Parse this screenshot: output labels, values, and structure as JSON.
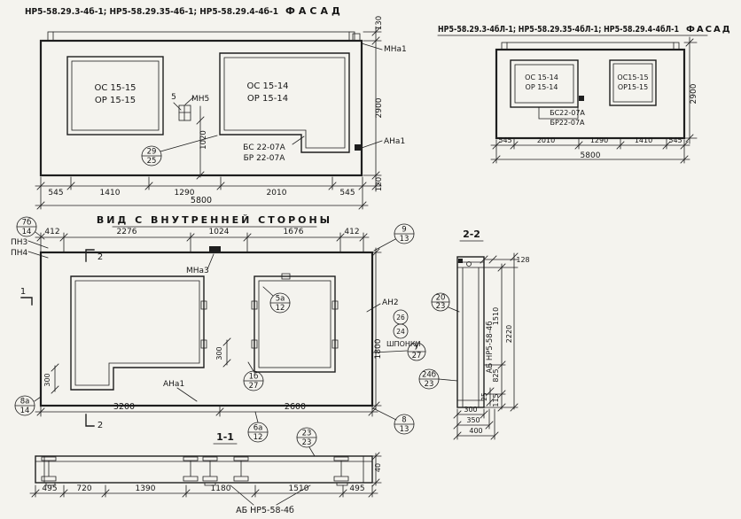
{
  "doc": {
    "paper": "#f4f3ee",
    "ink": "#1e1e1e"
  },
  "facade_left": {
    "title": "НР5-58.29.3-4б-1; НР5-58.29.35-4б-1; НР5-58.29.4-4б-1",
    "title_word": "ФАСАД",
    "window_left_line1": "ОС 15-15",
    "window_left_line2": "ОР 15-15",
    "window_right_line1": "ОС 15-14",
    "window_right_line2": "ОР 15-14",
    "lintel_line1": "БС 22-07А",
    "lintel_line2": "БР 22-07А",
    "mark_mn5": "МН5",
    "mark_5": "5",
    "mark_mna1": "МНа1",
    "mark_ana1": "АНа1",
    "dim_130": "130",
    "dim_2900": "2900",
    "dim_120": "120",
    "dim_1020": "1020",
    "dims_bottom": [
      "545",
      "1410",
      "1290",
      "2010",
      "545"
    ],
    "dim_total": "5800",
    "callout_29_25": [
      "29",
      "25"
    ]
  },
  "facade_right": {
    "title": "НР5-58.29.3-4бЛ-1; НР5-58.29.35-4бЛ-1; НР5-58.29.4-4бЛ-1",
    "title_word": "ФАСАД",
    "window_left_line1": "ОС 15-14",
    "window_left_line2": "ОР 15-14",
    "window_right_line1": "ОС15-15",
    "window_right_line2": "ОР15-15",
    "lintel_line1": "БС22-07А",
    "lintel_line2": "БР22-07А",
    "dim_2900": "2900",
    "dims_bottom": [
      "545",
      "2010",
      "1290",
      "1410",
      "545"
    ],
    "dim_total": "5800"
  },
  "inner_view": {
    "title": "ВИД С ВНУТРЕННЕЙ СТОРОНЫ",
    "dims_top": [
      "412",
      "2276",
      "1024",
      "1676",
      "412"
    ],
    "dims_bottom": [
      "3200",
      "2600"
    ],
    "dim_1800": "1800",
    "dim_300_left": "300",
    "dim_300_mid": "300",
    "mark_pn3": "ПН3",
    "mark_pn4": "ПН4",
    "mark_mna3": "МНа3",
    "mark_an2": "АН2",
    "mark_ana1": "АНа1",
    "mark_shponki": "ШПОНКИ",
    "section_mark_2": "2",
    "section_mark_1": "1",
    "callout_7b_14": [
      "7б",
      "14"
    ],
    "callout_9_13": [
      "9",
      "13"
    ],
    "callout_5a_12": [
      "5а",
      "12"
    ],
    "callout_26": [
      "26"
    ],
    "callout_24": [
      "24"
    ],
    "callout_u_27": [
      "У",
      "27"
    ],
    "callout_1b_27": [
      "1б",
      "27"
    ],
    "callout_8a_14": [
      "8а",
      "14"
    ],
    "callout_8_13": [
      "8",
      "13"
    ],
    "callout_6a_12": [
      "6а",
      "12"
    ]
  },
  "section_2": {
    "title": "2-2",
    "beam_label": "АБ НР5-58-4б",
    "dim_128": "128",
    "dim_1510": "1510",
    "dim_2220": "2220",
    "dim_825": "825",
    "dim_25": "25",
    "dim_115": "115",
    "dims_bottom": [
      "300",
      "350",
      "400"
    ],
    "callout_20_23": [
      "20",
      "23"
    ],
    "callout_24b_23": [
      "24б",
      "23"
    ]
  },
  "section_1": {
    "title": "1-1",
    "beam_label": "АБ НР5-58-4б",
    "dim_40": "40",
    "dims_bottom": [
      "495",
      "720",
      "1390",
      "1180",
      "1510",
      "495"
    ],
    "callout_23_23": [
      "23",
      "23"
    ]
  }
}
